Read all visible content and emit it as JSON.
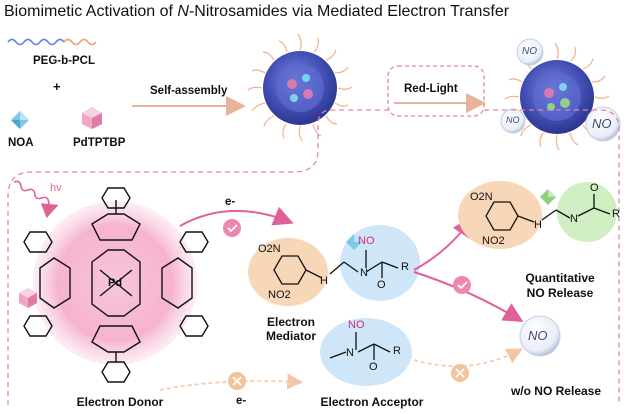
{
  "title": {
    "prefix": "Biomimetic Activation of ",
    "italic": "N",
    "suffix": "-Nitrosamides via Mediated Electron Transfer"
  },
  "top_row": {
    "polymer_label": "PEG-b-PCL",
    "plus": "+",
    "noa_label": "NOA",
    "pdtptbp_label": "PdTPTBP",
    "arrow_self_assembly": "Self-assembly",
    "arrow_red_light": "Red-Light"
  },
  "bubbles": {
    "no": "NO"
  },
  "panel": {
    "hv": "hv",
    "electron_top": "e-",
    "electron_bottom": "e-",
    "donor_label": "Electron Donor",
    "mediator_label_line1": "Electron",
    "mediator_label_line2": "Mediator",
    "acceptor_label": "Electron Acceptor",
    "quantitative_line1": "Quantitative",
    "quantitative_line2": "NO Release",
    "no_release_label": "w/o NO Release"
  },
  "chem": {
    "no2": "O2N",
    "no2b": "NO2",
    "nh": "H",
    "n": "N",
    "nitroso_no": "NO",
    "carbonyl_o": "O",
    "r": "R",
    "pd": "Pd"
  },
  "colors": {
    "pink": "#e0609a",
    "dashed_pink": "#d98aa6",
    "orange_blob": "#f8d6b8",
    "blue_blob": "#cfe6f8",
    "green_blob": "#cfeec1",
    "donor_glow": "#f6b3d0",
    "micelle_blue": "#4652b8",
    "check_pink": "#ec86b2",
    "cross_orange": "#f3c49b"
  },
  "icons": [
    "check-icon",
    "cross-icon",
    "diamond-icon",
    "hv-wave-icon"
  ]
}
